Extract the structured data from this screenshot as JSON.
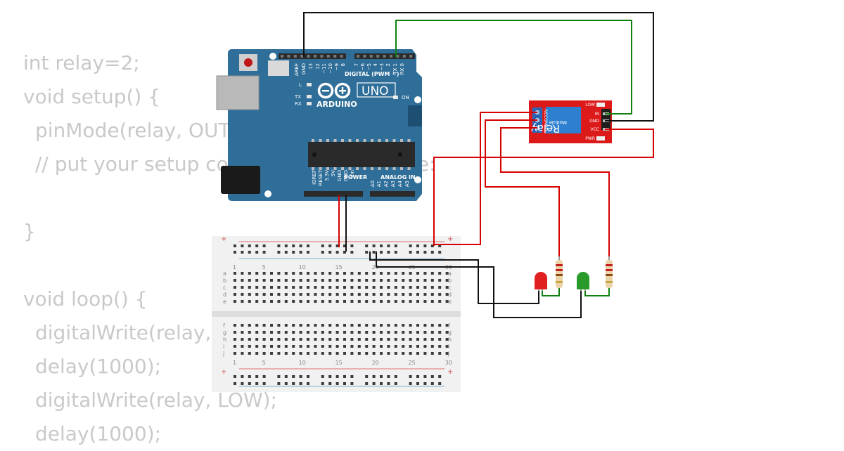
{
  "code_lines": [
    {
      "text": "int relay=2;",
      "indent": false
    },
    {
      "text": "void setup() {",
      "indent": false
    },
    {
      "text": "pinMode(relay, OUTPUT);",
      "indent": true
    },
    {
      "text": "// put your setup code here, to run once:",
      "indent": true
    },
    {
      "text": "",
      "indent": false
    },
    {
      "text": "}",
      "indent": false
    },
    {
      "text": "",
      "indent": false
    },
    {
      "text": "void loop() {",
      "indent": false
    },
    {
      "text": "digitalWrite(relay, HIGH);",
      "indent": true
    },
    {
      "text": "delay(1000);",
      "indent": true
    },
    {
      "text": "digitalWrite(relay, LOW);",
      "indent": true
    },
    {
      "text": "delay(1000);",
      "indent": true
    }
  ],
  "arduino": {
    "logo": "ARDUINO",
    "model": "UNO",
    "digital_label": "DIGITAL (PWM ~)",
    "power_label": "POWER",
    "analog_label": "ANALOG IN",
    "led_l": "L",
    "led_tx": "TX",
    "led_rx": "RX",
    "led_on": "ON",
    "digital_pins": [
      "AREF",
      "GND",
      "13",
      "12",
      "~11",
      "~10",
      "~9",
      "8",
      "7",
      "~6",
      "~5",
      "4",
      "~3",
      "2",
      "TX 1",
      "RX 0"
    ],
    "power_pins": [
      "IOREF",
      "RESET",
      "3.3V",
      "5V",
      "GND",
      "GND",
      "Vin"
    ],
    "analog_pins": [
      "A0",
      "A1",
      "A2",
      "A3",
      "A4",
      "A5"
    ]
  },
  "relay_module": {
    "title": "Relay",
    "subtitle": "Module",
    "pins": [
      "IN",
      "GND",
      "VCC"
    ],
    "leds": [
      "LOW",
      "PWR"
    ],
    "contacts": [
      "NC",
      "COM",
      "NO"
    ]
  },
  "breadboard": {
    "col_numbers": [
      "1",
      "5",
      "10",
      "15",
      "20",
      "25",
      "30"
    ],
    "rows_top": [
      "a",
      "b",
      "c",
      "d",
      "e"
    ],
    "rows_bottom": [
      "f",
      "g",
      "h",
      "i",
      "j"
    ]
  },
  "components": {
    "led_red_color": "#e02020",
    "led_green_color": "#2a9a2a"
  },
  "colors": {
    "board": "#2f6e99",
    "relay_board": "#dd1a1a",
    "wire_red": "#d60000",
    "wire_black": "#111111",
    "wire_green": "#108010"
  }
}
